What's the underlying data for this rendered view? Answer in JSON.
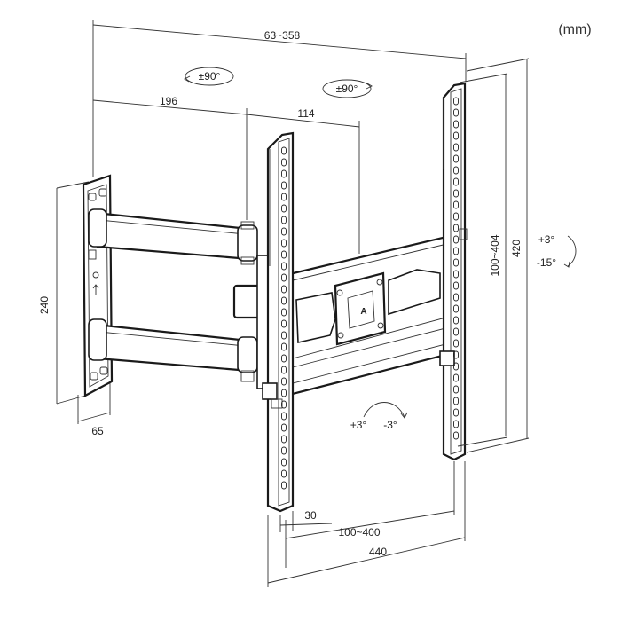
{
  "units": "(mm)",
  "dimensions": {
    "arm_extension": "63~358",
    "arm_length_1": "196",
    "arm_length_2": "114",
    "wall_plate_height": "240",
    "wall_plate_width": "65",
    "vesa_vertical": "100~404",
    "bracket_height": "420",
    "bracket_width": "440",
    "vesa_horizontal": "100~400",
    "rail_offset": "30"
  },
  "rotations": {
    "swivel_wall": "±90°",
    "swivel_arm": "±90°",
    "tilt_up": "+3°",
    "tilt_down": "-15°",
    "level_plus": "+3°",
    "level_minus": "-3°"
  },
  "logo_letter": "A"
}
